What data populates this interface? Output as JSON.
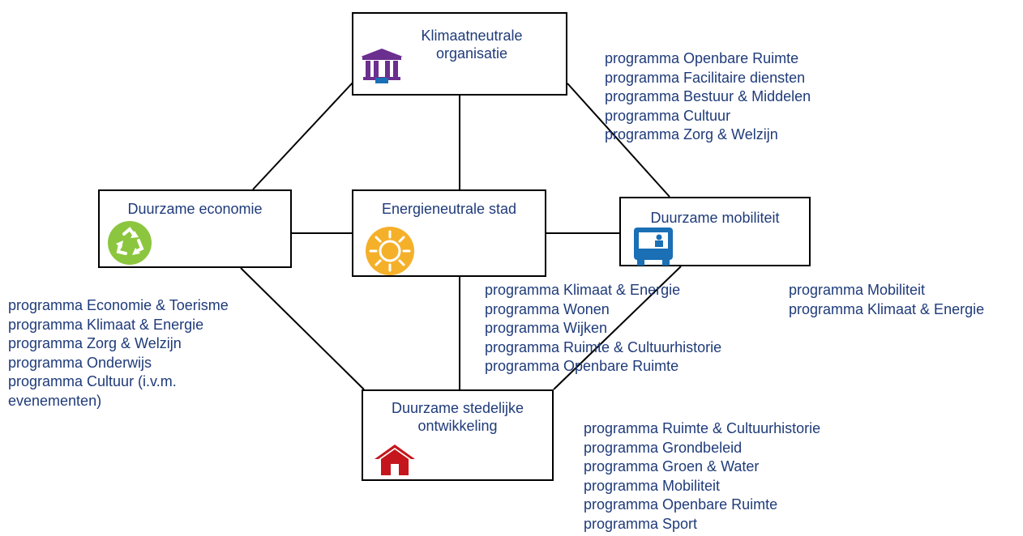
{
  "colors": {
    "text": "#1f3b7a",
    "line": "#000000",
    "klimaat_icon": "#6b2f8f",
    "economie_icon": "#8cc63f",
    "energie_icon": "#f5b02a",
    "mobiliteit_icon": "#1a6fb5",
    "stedelijk_icon": "#c4161c"
  },
  "nodes": {
    "klimaat": {
      "title": "Klimaatneutrale organisatie",
      "icon": "government-building-icon"
    },
    "economie": {
      "title": "Duurzame economie",
      "icon": "recycle-icon"
    },
    "energie": {
      "title": "Energieneutrale stad",
      "icon": "sun-icon"
    },
    "mobiliteit": {
      "title": "Duurzame mobiliteit",
      "icon": "bus-icon"
    },
    "stedelijk": {
      "title": "Duurzame stedelijke ontwikkeling",
      "icon": "house-icon"
    }
  },
  "programmes": {
    "klimaat": [
      "programma Openbare Ruimte",
      "programma Facilitaire diensten",
      "programma Bestuur & Middelen",
      "programma Cultuur",
      "programma Zorg & Welzijn"
    ],
    "economie": [
      "programma Economie & Toerisme",
      "programma Klimaat & Energie",
      "programma Zorg & Welzijn",
      "programma Onderwijs",
      "programma Cultuur (i.v.m.",
      "evenementen)"
    ],
    "energie": [
      "programma Klimaat & Energie",
      "programma Wonen",
      "programma Wijken",
      "programma Ruimte & Cultuurhistorie",
      "programma Openbare Ruimte"
    ],
    "mobiliteit": [
      "programma Mobiliteit",
      "programma Klimaat & Energie"
    ],
    "stedelijk": [
      "programma Ruimte & Cultuurhistorie",
      "programma Grondbeleid",
      "programma Groen & Water",
      "programma Mobiliteit",
      "programma Openbare Ruimte",
      "programma Sport"
    ]
  }
}
